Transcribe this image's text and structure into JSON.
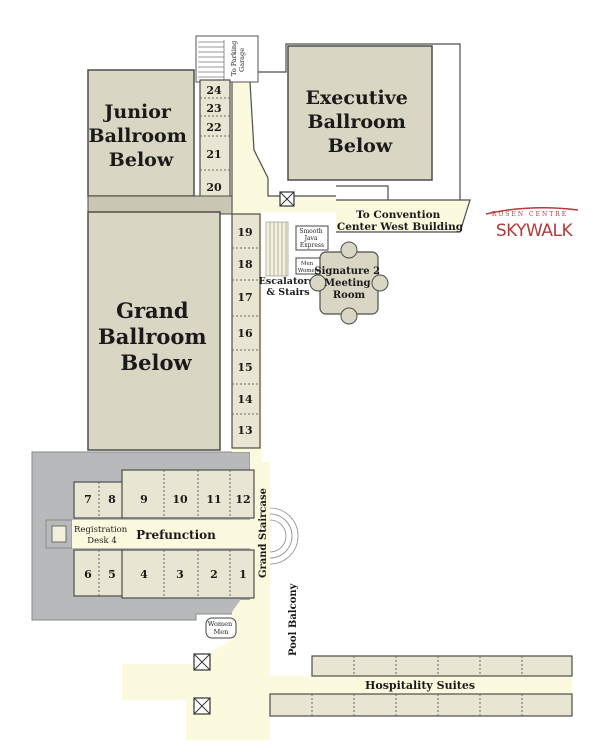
{
  "parking": {
    "label_line1": "To Parking",
    "label_line2": "Garage"
  },
  "junior_ballroom": {
    "line1": "Junior",
    "line2": "Ballroom",
    "line3": "Below"
  },
  "executive_ballroom": {
    "line1": "Executive",
    "line2": "Ballroom",
    "line3": "Below"
  },
  "grand_ballroom": {
    "line1": "Grand",
    "line2": "Ballroom",
    "line3": "Below"
  },
  "rooms_upper": [
    "24",
    "23",
    "22",
    "21",
    "20"
  ],
  "rooms_middle": [
    "19",
    "18",
    "17",
    "16",
    "15",
    "14",
    "13"
  ],
  "rooms_pref_top": [
    "7",
    "8",
    "9",
    "10",
    "11",
    "12"
  ],
  "rooms_pref_bottom": [
    "6",
    "5",
    "4",
    "3",
    "2",
    "1"
  ],
  "convention": {
    "line1": "To Convention",
    "line2": "Center West Building"
  },
  "skywalk": {
    "brand": "ROSEN CENTRE",
    "name": "SKYWALK",
    "color": "#b23a3a"
  },
  "cafe": {
    "line1": "Smooth",
    "line2": "Java",
    "line3": "Express"
  },
  "restroom_upper": {
    "line1": "Men",
    "line2": "Women"
  },
  "restroom_lower": {
    "line1": "Women",
    "line2": "Men"
  },
  "escalators": {
    "line1": "Escalators",
    "line2": "& Stairs"
  },
  "signature": {
    "line1": "Signature 2",
    "line2": "Meeting",
    "line3": "Room"
  },
  "registration": {
    "line1": "Registration",
    "line2": "Desk 4"
  },
  "prefunction": "Prefunction",
  "grand_staircase": "Grand Staircase",
  "pool_balcony": "Pool Balcony",
  "hospitality": "Hospitality Suites",
  "colors": {
    "hallway": "#fbf9de",
    "room": "#e8e6d2",
    "ballroom": "#d9d7c3",
    "backarea": "#b8b9ba"
  }
}
